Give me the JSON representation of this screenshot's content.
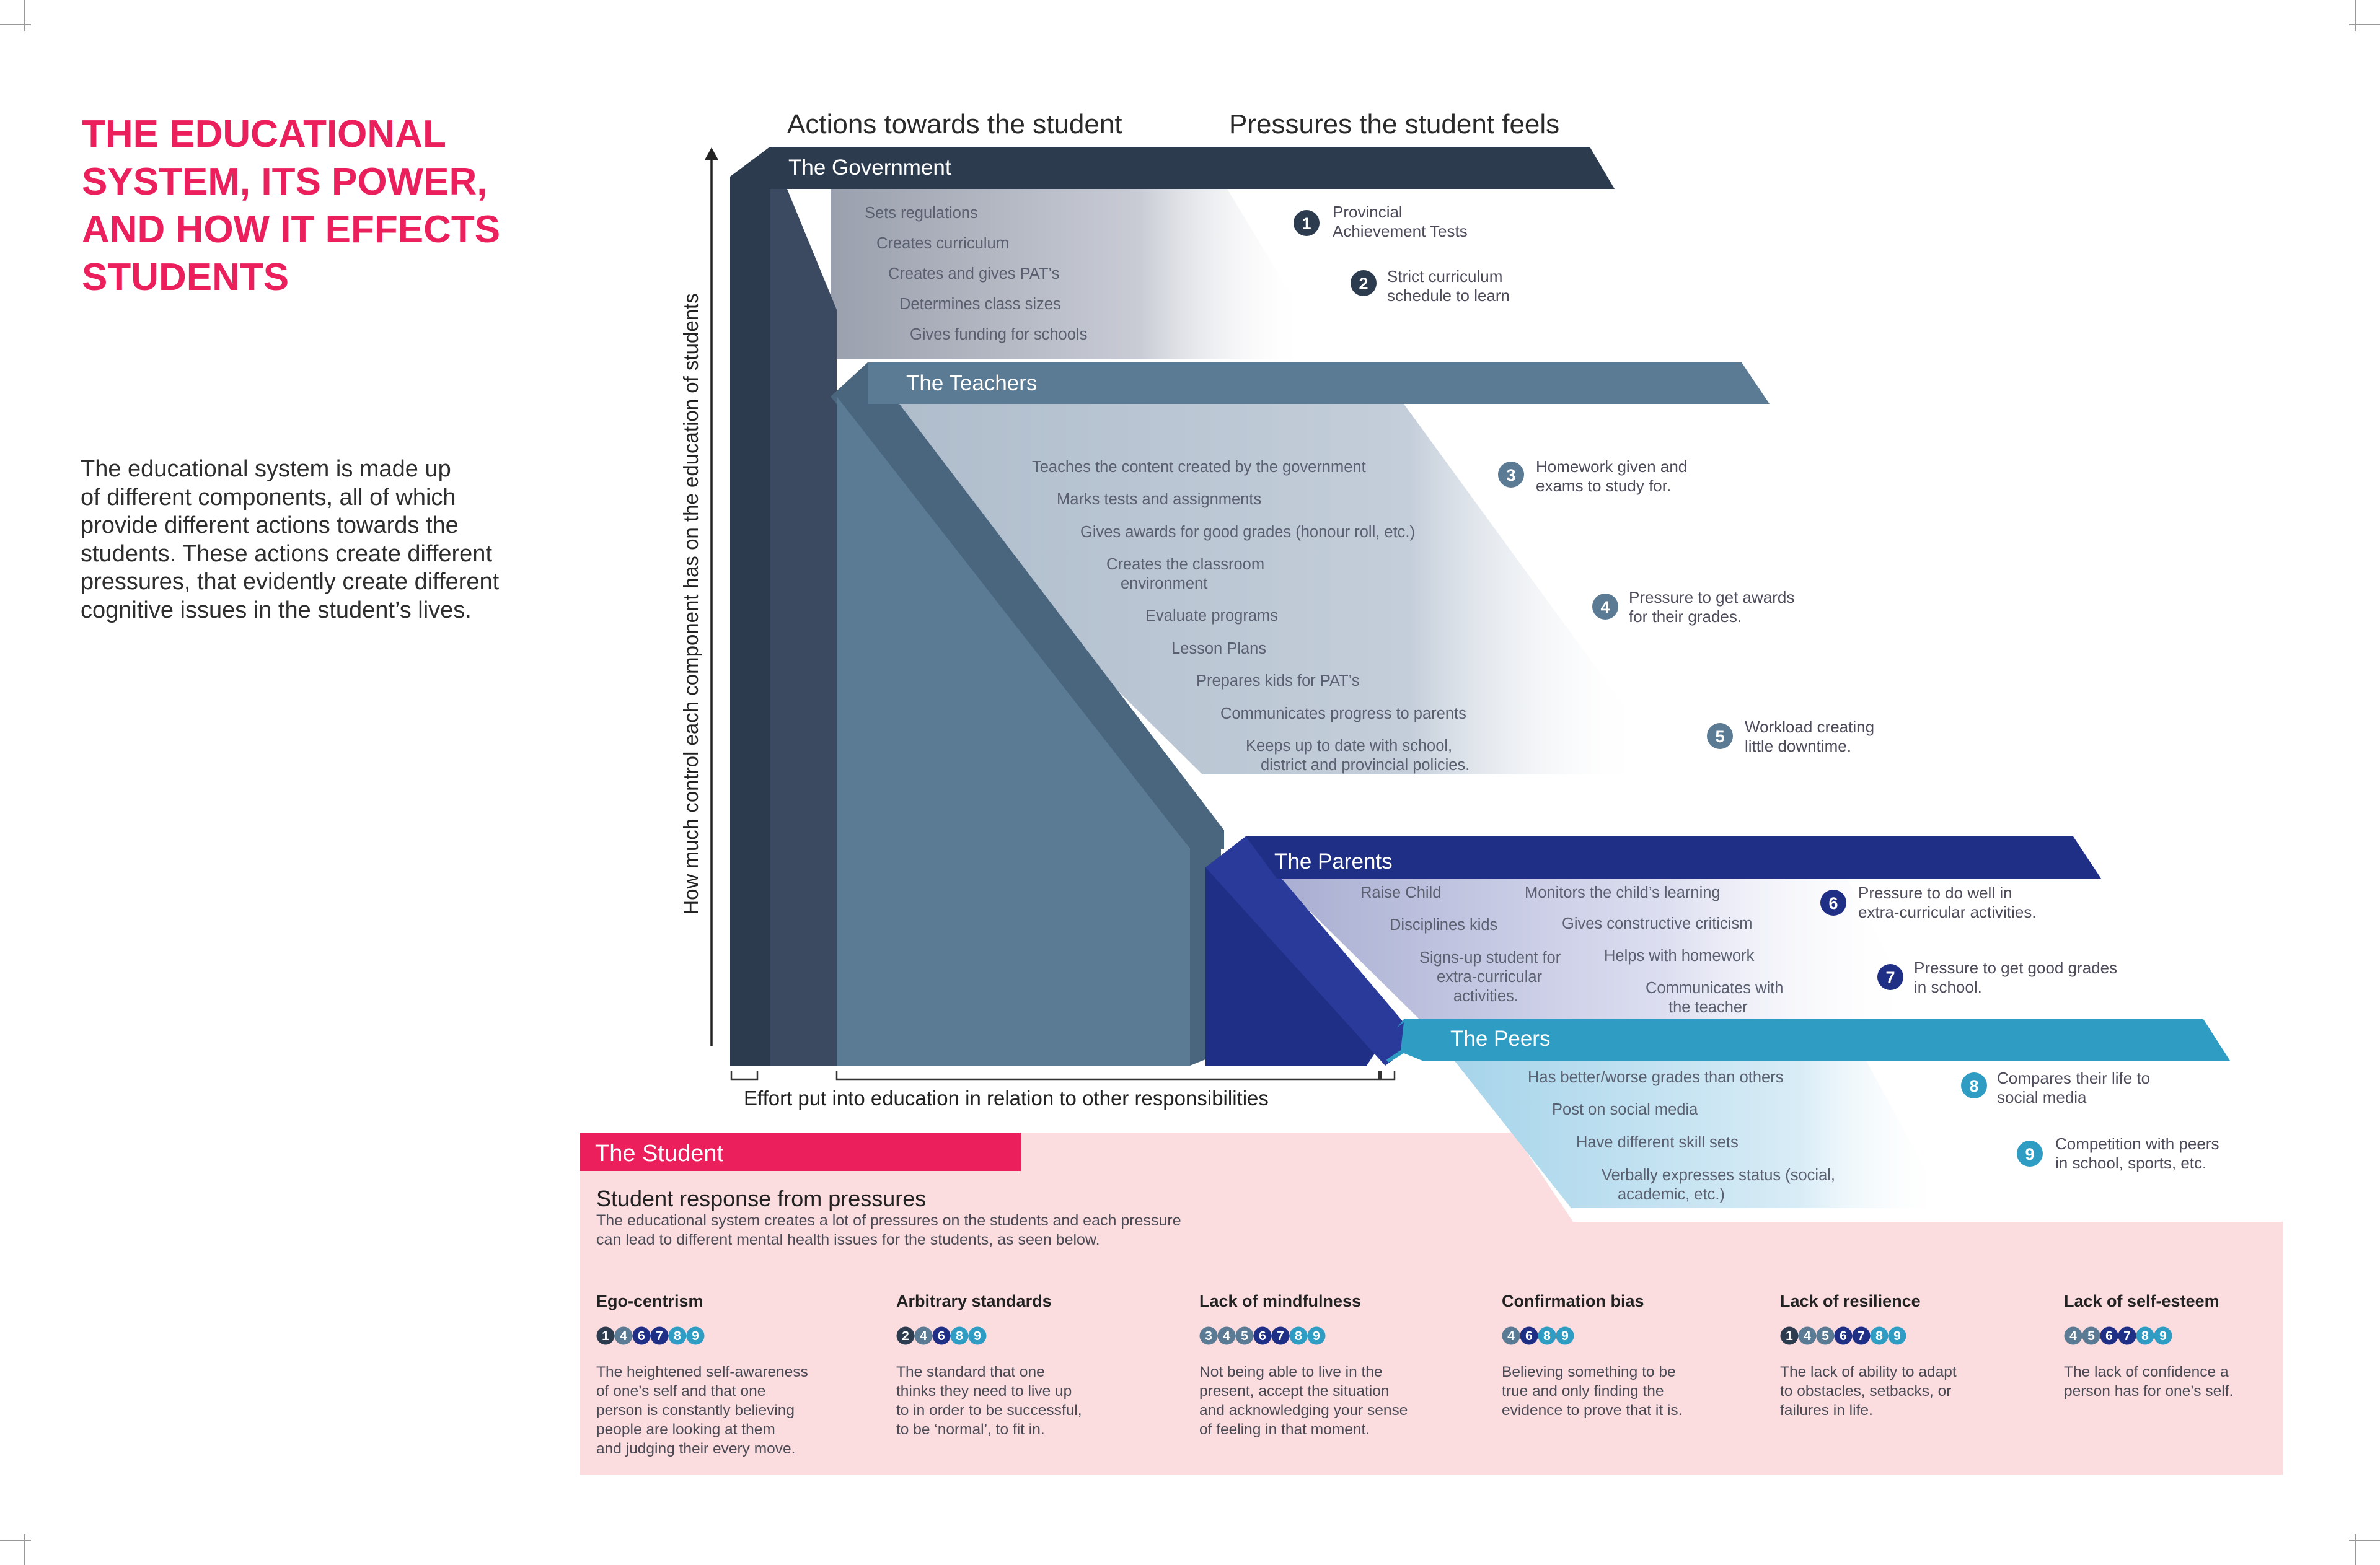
{
  "title": {
    "lines": [
      "THE EDUCATIONAL",
      "SYSTEM, ITS POWER,",
      "AND HOW IT EFFECTS",
      "STUDENTS"
    ],
    "color": "#ec1f5d"
  },
  "intro": {
    "lines": [
      "The educational system is made up",
      "of different components, all of which",
      "provide different actions towards the",
      "students. These actions create different",
      "pressures, that evidently create different",
      "cognitive issues in the student’s lives."
    ]
  },
  "column_headers": {
    "actions": "Actions towards the student",
    "pressures": "Pressures the student feels"
  },
  "axes": {
    "y_label": "How much control each component has on the education of students",
    "x_label": "Effort put into education in relation to other responsibilities"
  },
  "components": {
    "government": {
      "name": "The Government",
      "color": "#2d3b4f",
      "actions": [
        "Sets regulations",
        "Creates curriculum",
        "Creates and gives PAT’s",
        "Determines class sizes",
        "Gives funding for schools"
      ]
    },
    "teachers": {
      "name": "The Teachers",
      "color": "#5b7a94",
      "actions": [
        "Teaches the content created by the government",
        "Marks tests and assignments",
        "Gives awards for good grades (honour roll, etc.)",
        [
          "Creates the classroom",
          "environment"
        ],
        "Evaluate programs",
        "Lesson Plans",
        "Prepares kids for PAT’s",
        "Communicates progress to parents",
        [
          "Keeps up to date with school,",
          "district and provincial policies."
        ]
      ]
    },
    "parents": {
      "name": "The Parents",
      "color": "#1f2f86",
      "actions_left": [
        "Raise Child",
        "Disciplines kids",
        [
          "Signs-up student for",
          "extra-curricular",
          "activities."
        ]
      ],
      "actions_right": [
        "Monitors the child’s learning",
        "Gives constructive criticism",
        "Helps with homework",
        [
          "Communicates with",
          "the teacher"
        ]
      ]
    },
    "peers": {
      "name": "The Peers",
      "color": "#2f9cc4",
      "actions": [
        "Has better/worse grades than others",
        "Post on social media",
        "Have different skill sets",
        [
          "Verbally expresses status (social,",
          "academic, etc.)"
        ]
      ]
    }
  },
  "pressures": [
    {
      "n": "1",
      "lines": [
        "Provincial",
        "Achievement Tests"
      ],
      "color": "#2d3b4f"
    },
    {
      "n": "2",
      "lines": [
        "Strict curriculum",
        "schedule to learn"
      ],
      "color": "#2d3b4f"
    },
    {
      "n": "3",
      "lines": [
        "Homework given and",
        "exams to study for."
      ],
      "color": "#5b7a94"
    },
    {
      "n": "4",
      "lines": [
        "Pressure to get awards",
        "for their grades."
      ],
      "color": "#5b7a94"
    },
    {
      "n": "5",
      "lines": [
        "Workload creating",
        "little downtime."
      ],
      "color": "#5b7a94"
    },
    {
      "n": "6",
      "lines": [
        "Pressure to do well in",
        "extra-curricular activities."
      ],
      "color": "#1f2f86"
    },
    {
      "n": "7",
      "lines": [
        "Pressure to get good grades",
        "in school."
      ],
      "color": "#1f2f86"
    },
    {
      "n": "8",
      "lines": [
        "Compares their life to",
        "social media"
      ],
      "color": "#2f9cc4"
    },
    {
      "n": "9",
      "lines": [
        "Competition with peers",
        "in school, sports, etc."
      ],
      "color": "#2f9cc4"
    }
  ],
  "student": {
    "tab": "The Student",
    "tab_color": "#ec1f5d",
    "panel_color": "#fbdde0",
    "heading": "Student response from pressures",
    "sub_lines": [
      "The educational system creates a lot of pressures on the students and each pressure",
      "can lead to different mental health issues for the students, as seen below."
    ],
    "issues": [
      {
        "title": "Ego-centrism",
        "nums": [
          "1",
          "4",
          "6",
          "7",
          "8",
          "9"
        ],
        "desc": [
          "The heightened self-awareness",
          "of one’s self and that one",
          "person is constantly believing",
          "people are looking at them",
          "and judging their every move."
        ]
      },
      {
        "title": "Arbitrary standards",
        "nums": [
          "2",
          "4",
          "6",
          "8",
          "9"
        ],
        "desc": [
          "The standard that one",
          "thinks they need to live up",
          "to in order to be successful,",
          "to be ‘normal’, to fit in."
        ]
      },
      {
        "title": "Lack of mindfulness",
        "nums": [
          "3",
          "4",
          "5",
          "6",
          "7",
          "8",
          "9"
        ],
        "desc": [
          "Not being able to live in the",
          "present, accept the situation",
          "and acknowledging your sense",
          "of feeling in that moment."
        ]
      },
      {
        "title": "Confirmation bias",
        "nums": [
          "4",
          "6",
          "8",
          "9"
        ],
        "desc": [
          "Believing something to be",
          "true and only finding the",
          "evidence to prove that it is."
        ]
      },
      {
        "title": "Lack of resilience",
        "nums": [
          "1",
          "4",
          "5",
          "6",
          "7",
          "8",
          "9"
        ],
        "desc": [
          "The lack of ability to adapt",
          "to obstacles, setbacks, or",
          "failures in life."
        ]
      },
      {
        "title": "Lack of self-esteem",
        "nums": [
          "4",
          "5",
          "6",
          "7",
          "8",
          "9"
        ],
        "desc": [
          "The lack of confidence a",
          "person has for one’s self."
        ]
      }
    ]
  },
  "number_colors": {
    "1": "#2d3b4f",
    "2": "#2d3b4f",
    "3": "#5b7a94",
    "4": "#5b7a94",
    "5": "#5b7a94",
    "6": "#1f2f86",
    "7": "#1f2f86",
    "8": "#2f9cc4",
    "9": "#2f9cc4"
  }
}
